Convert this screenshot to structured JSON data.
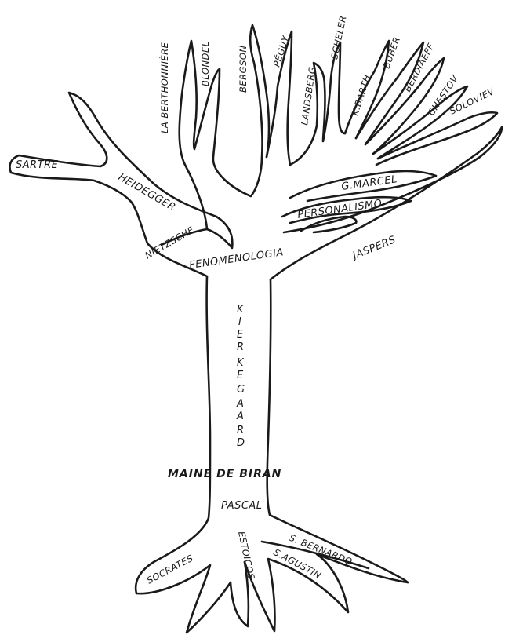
{
  "diagram": {
    "labels": {
      "sartre": "SARTRE",
      "heidegger": "HEIDEGGER",
      "nietzsche": "NIETZSCHE",
      "fenomenologia": "FENOMENOLOGIA",
      "jaspers": "JASPERS",
      "la_berthonniere": "LA BERTHONNIÈRE",
      "blondel": "BLONDEL",
      "bergson": "BERGSON",
      "peguy": "PÉGUY",
      "landsberg": "LANDSBERG",
      "scheler": "SCHELER",
      "k_barth": "K.BARTH",
      "buber": "BUBER",
      "berdiaeff": "BERDIAEFF",
      "chestov": "CHESTOV",
      "soloviev": "SOLOVIEV",
      "g_marcel": "G.MARCEL",
      "personalismo": "PERSONALISMO",
      "kierkegaard_letters": [
        "K",
        "I",
        "E",
        "R",
        "K",
        "E",
        "G",
        "A",
        "A",
        "R",
        "D"
      ],
      "maine_de_biran": "MAINE DE BIRAN",
      "pascal": "PASCAL",
      "socrates": "SOCRATES",
      "estoicos": "ESTOICOS",
      "s_bernardo": "S. BERNARDO",
      "s_agustin": "S.AGUSTIN"
    }
  }
}
